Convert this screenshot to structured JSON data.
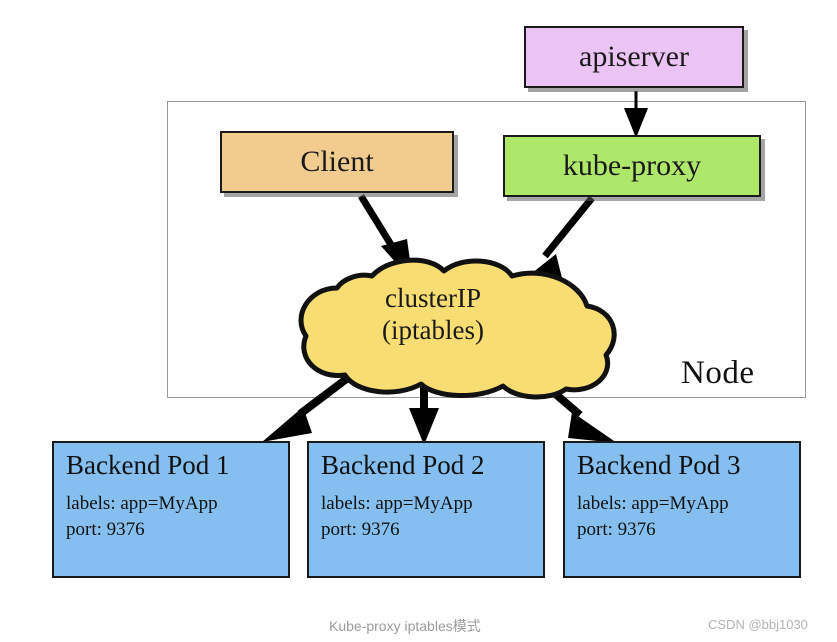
{
  "diagram": {
    "title": "Kube-proxy iptables模式",
    "watermark": "CSDN @bbj1030",
    "node_container_label": "Node",
    "colors": {
      "apiserver_fill": "#EBC3F5",
      "client_fill": "#F2CC8F",
      "kube_proxy_fill": "#ADE86B",
      "cloud_fill": "#F8DE72",
      "pod_fill": "#85BFF0",
      "stroke": "#1A1A1A",
      "node_border": "#9A9A9A",
      "caption_color": "#9C9C9C",
      "watermark_color": "#B3B3B3"
    },
    "nodes": {
      "apiserver": {
        "label": "apiserver"
      },
      "client": {
        "label": "Client"
      },
      "kube_proxy": {
        "label": "kube-proxy"
      },
      "cluster_ip": {
        "line1": "clusterIP",
        "line2": "(iptables)"
      }
    },
    "pods": [
      {
        "title": "Backend Pod 1",
        "labels": "labels: app=MyApp",
        "port": "port: 9376"
      },
      {
        "title": "Backend Pod 2",
        "labels": "labels: app=MyApp",
        "port": "port: 9376"
      },
      {
        "title": "Backend Pod 3",
        "labels": "labels: app=MyApp",
        "port": "port: 9376"
      }
    ],
    "edges": [
      {
        "name": "apiserver-to-kube-proxy",
        "from": "apiserver",
        "to": "kube_proxy"
      },
      {
        "name": "client-to-clusterip",
        "from": "client",
        "to": "cluster_ip"
      },
      {
        "name": "kube-proxy-to-clusterip",
        "from": "kube_proxy",
        "to": "cluster_ip"
      },
      {
        "name": "clusterip-to-pod-1",
        "from": "cluster_ip",
        "to": "pod_1"
      },
      {
        "name": "clusterip-to-pod-2",
        "from": "cluster_ip",
        "to": "pod_2"
      },
      {
        "name": "clusterip-to-pod-3",
        "from": "cluster_ip",
        "to": "pod_3"
      }
    ]
  }
}
